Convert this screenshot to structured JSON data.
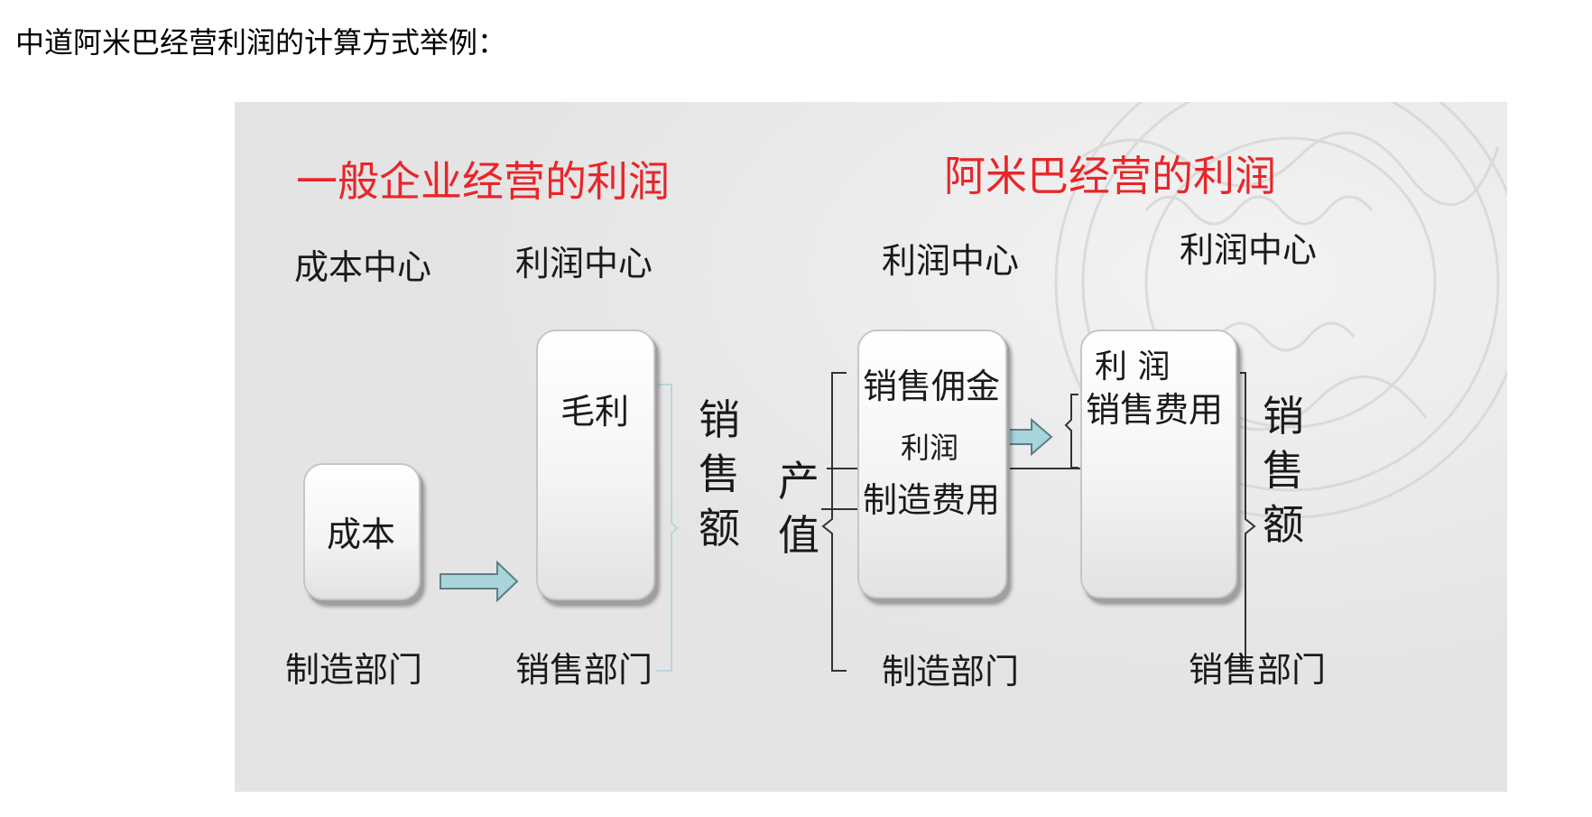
{
  "heading": "中道阿米巴经营利润的计算方式举例：",
  "left": {
    "title": "一般企业经营的利润",
    "center_a": "成本中心",
    "center_b": "利润中心",
    "cost_box": "成本",
    "gross_profit": "毛利",
    "sales_amount": "销售额",
    "dept_a": "制造部门",
    "dept_b": "销售部门"
  },
  "right": {
    "title": "阿米巴经营的利润",
    "center_a": "利润中心",
    "center_b": "利润中心",
    "output_value": "产值",
    "commission": "销售佣金",
    "profit_mid": "利润",
    "mfg_cost": "制造费用",
    "profit_top": "利  润",
    "sales_expense": "销售费用",
    "sales_amount": "销售额",
    "dept_a": "制造部门",
    "dept_b": "销售部门"
  },
  "colors": {
    "title_red": "#e8262a",
    "arrow_fill": "#a8d4dc",
    "slide_bg": "#e6e6e6"
  }
}
